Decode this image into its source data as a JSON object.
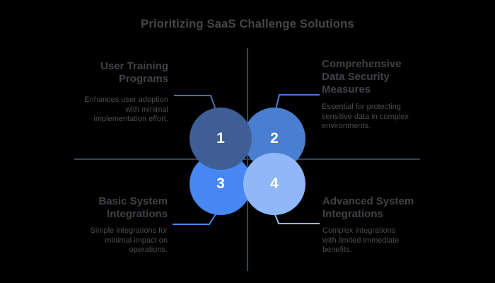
{
  "title": "Prioritizing SaaS Challenge Solutions",
  "colors": {
    "background": "#000000",
    "title_text": "#46474b",
    "heading_text": "#404247",
    "body_text": "#4a4c51",
    "number_text": "#ffffff",
    "axis": "#3b4454"
  },
  "quadrants": [
    {
      "id": 1,
      "position": "top-left",
      "heading": "User Training Programs",
      "description": "Enhances user adoption with minimal implementation effort.",
      "circle_color": "#3f5e96",
      "connector_color": "#4a6fad"
    },
    {
      "id": 2,
      "position": "top-right",
      "heading": "Comprehensive Data Security Measures",
      "description": "Essential for protecting sensitive data in complex environments.",
      "circle_color": "#4a7ed0",
      "connector_color": "#4a7ed0"
    },
    {
      "id": 3,
      "position": "bottom-left",
      "heading": "Basic System Integrations",
      "description": "Simple integrations for minimal impact on operations.",
      "circle_color": "#4787f3",
      "connector_color": "#4787f3"
    },
    {
      "id": 4,
      "position": "bottom-right",
      "heading": "Advanced System Integrations",
      "description": "Complex integrations with limited immediate benefits.",
      "circle_color": "#90b8f8",
      "connector_color": "#90b8f8"
    }
  ]
}
